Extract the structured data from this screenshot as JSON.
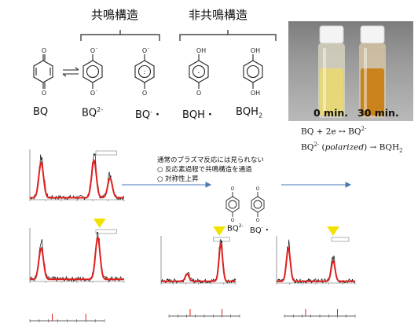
{
  "headers": {
    "resonance": "共鳴構造",
    "non_resonance": "非共鳴構造"
  },
  "molecules": [
    {
      "id": "BQ",
      "label": "BQ"
    },
    {
      "id": "BQ2",
      "label": "BQ",
      "sup": "2-"
    },
    {
      "id": "BQrad",
      "label": "BQ",
      "sup": "-",
      "dot": "・"
    },
    {
      "id": "BQH",
      "label": "BQH・"
    },
    {
      "id": "BQH2",
      "label": "BQH",
      "sub": "2"
    }
  ],
  "atoms": {
    "oxygen": "O",
    "oxygen_anion": "O",
    "anion_sign": "-",
    "hydroxyl": "OH",
    "radical": ".",
    "radical_pair": ":"
  },
  "photo": {
    "caption_left": "0 min.",
    "caption_right": "30 min.",
    "vial_left_color": "#e6d77a",
    "vial_right_color": "#c9821c"
  },
  "equations": {
    "eq1_main": "BQ + 2e ↔ BQ",
    "eq1_sup": "2-",
    "eq2_a": "BQ",
    "eq2_sup": "2-",
    "eq2_b": " (",
    "eq2_italic": "polarized",
    "eq2_c": ") → BQH",
    "eq2_sub": "2"
  },
  "notes": {
    "title": "通常のプラズマ反応には見られない",
    "item1": "○ 反応素過程で共鳴構造を通過",
    "item2": "○ 対称性上昇"
  },
  "mini_labels": {
    "left": "BQ",
    "left_sup": "2-",
    "right": "BQ",
    "right_sup": "-",
    "right_dot": "・"
  },
  "colors": {
    "spectrum_black": "#111111",
    "spectrum_red": "#e0201e",
    "marker_yellow": "#f2e200",
    "arrow_blue": "#4a78b5"
  }
}
